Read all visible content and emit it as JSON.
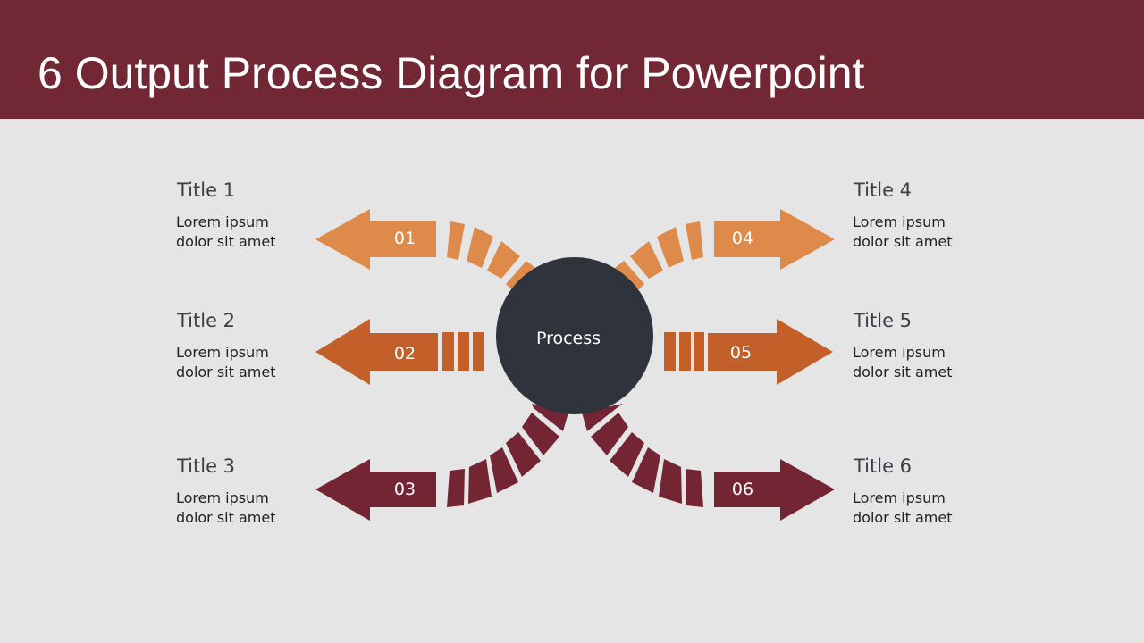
{
  "slide": {
    "title": "6 Output Process Diagram for Powerpoint",
    "header_color": "#722735",
    "background_color": "#e6e5e5"
  },
  "center": {
    "label": "Process",
    "color": "#2f333b"
  },
  "colors": {
    "light_orange": "#dd8a4a",
    "dark_orange": "#c3602a",
    "maroon": "#732533"
  },
  "items": [
    {
      "number": "01",
      "title": "Title 1",
      "desc_line1": "Lorem ipsum",
      "desc_line2": "dolor sit amet"
    },
    {
      "number": "02",
      "title": "Title 2",
      "desc_line1": "Lorem ipsum",
      "desc_line2": "dolor sit amet"
    },
    {
      "number": "03",
      "title": "Title 3",
      "desc_line1": "Lorem ipsum",
      "desc_line2": "dolor sit amet"
    },
    {
      "number": "04",
      "title": "Title 4",
      "desc_line1": "Lorem ipsum",
      "desc_line2": "dolor sit amet"
    },
    {
      "number": "05",
      "title": "Title 5",
      "desc_line1": "Lorem ipsum",
      "desc_line2": "dolor sit amet"
    },
    {
      "number": "06",
      "title": "Title 6",
      "desc_line1": "Lorem ipsum",
      "desc_line2": "dolor sit amet"
    }
  ]
}
